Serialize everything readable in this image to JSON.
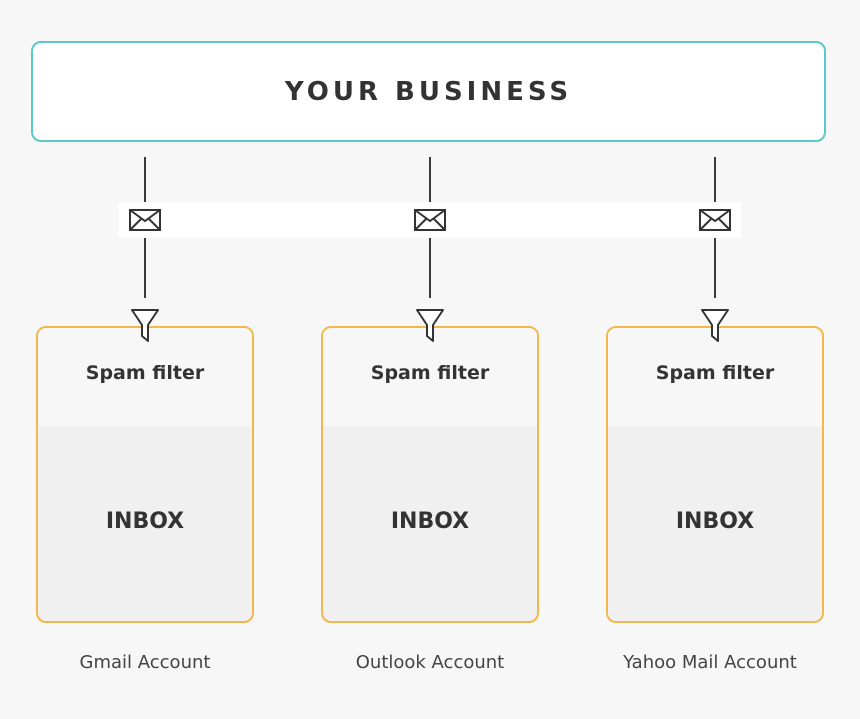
{
  "business": {
    "title": "YOUR BUSINESS"
  },
  "accounts": [
    {
      "filter_label": "Spam filter",
      "inbox_label": "INBOX",
      "account_name": "Gmail Account"
    },
    {
      "filter_label": "Spam filter",
      "inbox_label": "INBOX",
      "account_name": "Outlook Account"
    },
    {
      "filter_label": "Spam filter",
      "inbox_label": "INBOX",
      "account_name": "Yahoo Mail Account"
    }
  ],
  "icons": {
    "envelope": "envelope-icon",
    "funnel": "funnel-icon"
  },
  "colors": {
    "business_border": "#5cc8cc",
    "account_border": "#f2b84b",
    "line": "#3a3a3a",
    "background": "#f7f7f7"
  }
}
